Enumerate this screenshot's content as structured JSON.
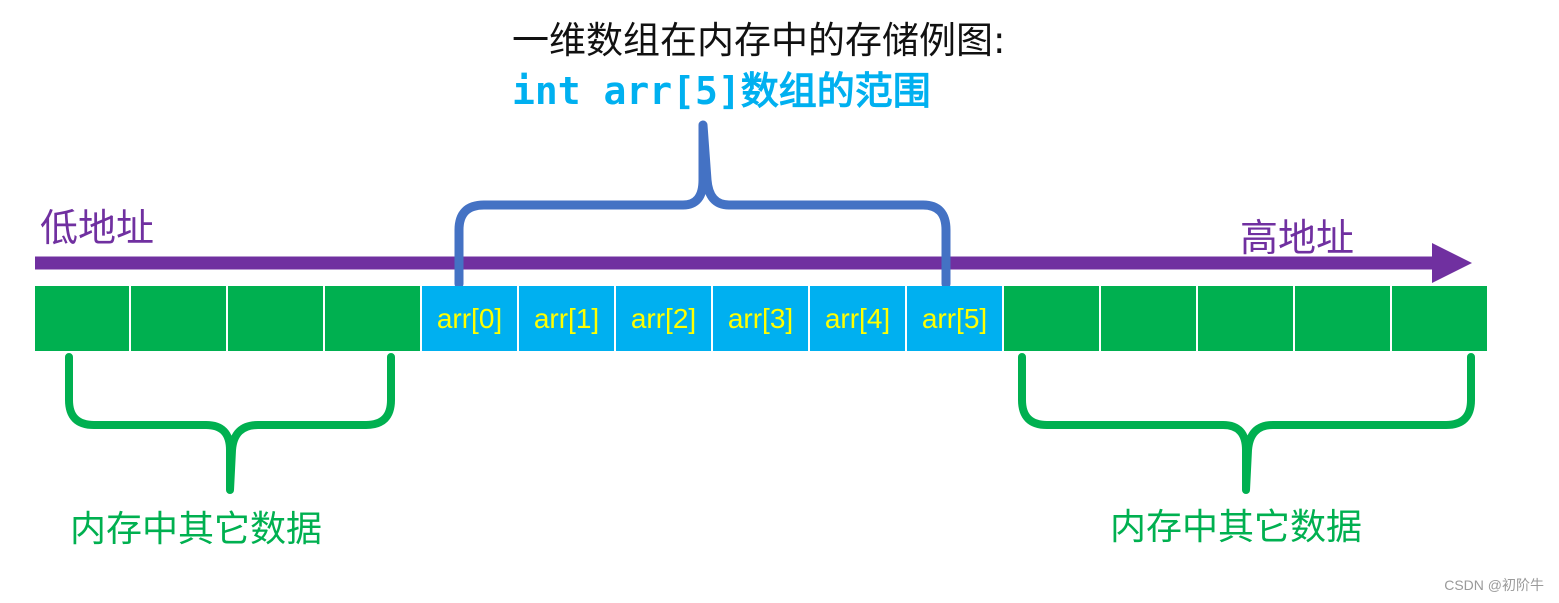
{
  "title": "一维数组在内存中的存储例图:",
  "subtitle": {
    "code": "int arr[5]",
    "suffix": "数组的范围"
  },
  "low_address_label": "低地址",
  "high_address_label": "高地址",
  "cells": [
    {
      "label": "",
      "kind": "other"
    },
    {
      "label": "",
      "kind": "other"
    },
    {
      "label": "",
      "kind": "other"
    },
    {
      "label": "",
      "kind": "other"
    },
    {
      "label": "arr[0]",
      "kind": "array"
    },
    {
      "label": "arr[1]",
      "kind": "array"
    },
    {
      "label": "arr[2]",
      "kind": "array"
    },
    {
      "label": "arr[3]",
      "kind": "array"
    },
    {
      "label": "arr[4]",
      "kind": "array"
    },
    {
      "label": "arr[5]",
      "kind": "array"
    },
    {
      "label": "",
      "kind": "other"
    },
    {
      "label": "",
      "kind": "other"
    },
    {
      "label": "",
      "kind": "other"
    },
    {
      "label": "",
      "kind": "other"
    },
    {
      "label": "",
      "kind": "other"
    }
  ],
  "other_data_left_label": "内存中其它数据",
  "other_data_right_label": "内存中其它数据",
  "watermark": "CSDN @初阶牛",
  "colors": {
    "array_cell": "#00b0f0",
    "other_cell": "#00b050",
    "cell_text": "#ffff00",
    "arrow": "#7030a0",
    "array_brace": "#4472c4",
    "other_brace": "#00b050",
    "subtitle": "#00b0f0",
    "address_label": "#7030a0",
    "other_label": "#00b050"
  }
}
